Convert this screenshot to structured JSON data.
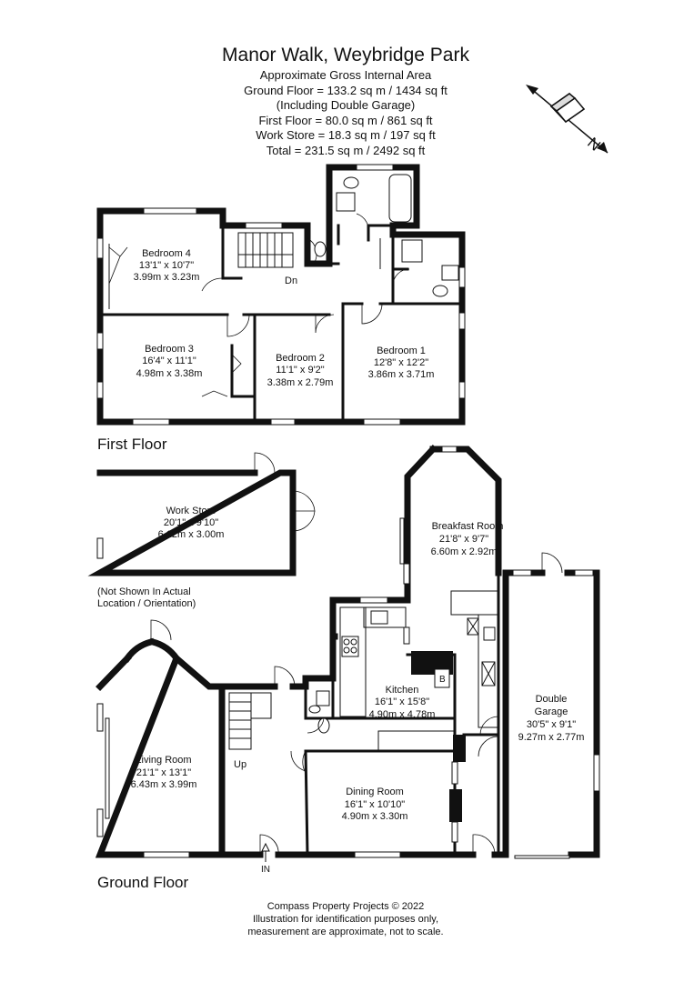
{
  "header": {
    "title": "Manor Walk, Weybridge Park",
    "lines": [
      "Approximate Gross Internal Area",
      "Ground Floor = 133.2 sq m / 1434 sq ft",
      "(Including Double Garage)",
      "First Floor = 80.0 sq m / 861 sq ft",
      "Work Store = 18.3 sq m / 197 sq ft",
      "Total = 231.5 sq m / 2492 sq ft"
    ]
  },
  "compass": {
    "label": "N",
    "icon": "north-arrow-icon"
  },
  "floors": {
    "first": "First Floor",
    "ground": "Ground Floor"
  },
  "rooms": {
    "bedroom4": {
      "name": "Bedroom 4",
      "imperial": "13'1\" x 10'7\"",
      "metric": "3.99m x 3.23m"
    },
    "bedroom3": {
      "name": "Bedroom 3",
      "imperial": "16'4\" x 11'1\"",
      "metric": "4.98m x 3.38m"
    },
    "bedroom2": {
      "name": "Bedroom 2",
      "imperial": "11'1\" x 9'2\"",
      "metric": "3.38m x 2.79m"
    },
    "bedroom1": {
      "name": "Bedroom 1",
      "imperial": "12'8\" x 12'2\"",
      "metric": "3.86m x 3.71m"
    },
    "workstore": {
      "name": "Work Store",
      "imperial": "20'1\" x 9'10\"",
      "metric": "6.12m x 3.00m"
    },
    "breakfast": {
      "name": "Breakfast Room",
      "imperial": "21'8\" x 9'7\"",
      "metric": "6.60m x 2.92m"
    },
    "kitchen": {
      "name": "Kitchen",
      "imperial": "16'1\" x 15'8\"",
      "metric": "4.90m x 4.78m"
    },
    "garage": {
      "name1": "Double",
      "name2": "Garage",
      "imperial": "30'5\" x 9'1\"",
      "metric": "9.27m x 2.77m"
    },
    "living": {
      "name": "Living Room",
      "imperial": "21'1\" x 13'1\"",
      "metric": "6.43m x 3.99m"
    },
    "dining": {
      "name": "Dining Room",
      "imperial": "16'1\" x 10'10\"",
      "metric": "4.90m x 3.30m"
    }
  },
  "notes": {
    "not_shown_1": "(Not Shown In Actual",
    "not_shown_2": "Location / Orientation)",
    "dn": "Dn",
    "up": "Up",
    "in": "IN",
    "boiler": "B"
  },
  "footer": {
    "line1": "Compass Property Projects © 2022",
    "line2": "Illustration for identification purposes only,",
    "line3": "measurement are approximate, not to scale."
  }
}
